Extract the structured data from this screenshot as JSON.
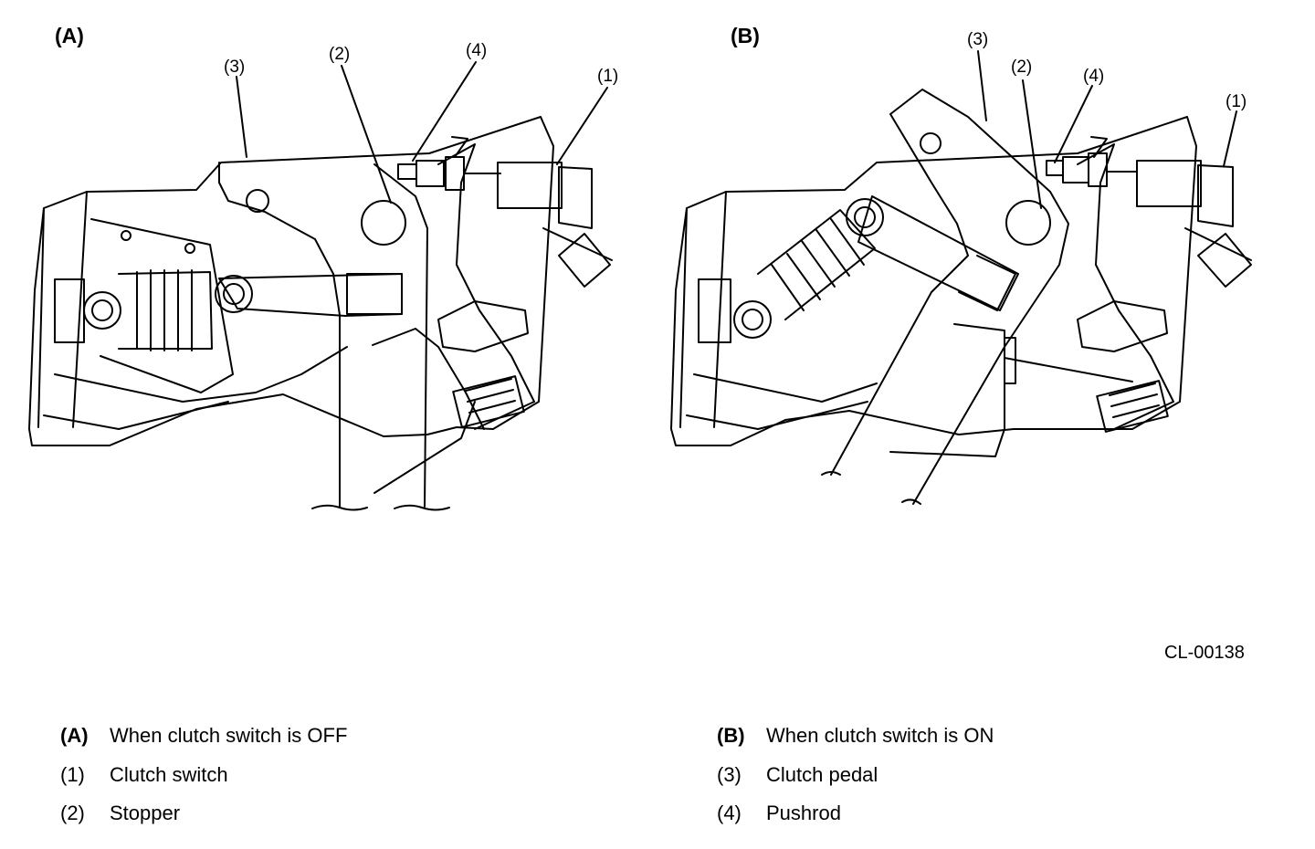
{
  "figure": {
    "id": "CL-00138",
    "panels": [
      {
        "label": "(A)"
      },
      {
        "label": "(B)"
      }
    ],
    "callouts": [
      "(1)",
      "(2)",
      "(3)",
      "(4)"
    ]
  },
  "legend": [
    {
      "key": "(A)",
      "text": "When clutch switch is OFF"
    },
    {
      "key": "(1)",
      "text": "Clutch switch"
    },
    {
      "key": "(2)",
      "text": "Stopper"
    },
    {
      "key": "(B)",
      "text": "When clutch switch is ON"
    },
    {
      "key": "(3)",
      "text": "Clutch pedal"
    },
    {
      "key": "(4)",
      "text": "Pushrod"
    }
  ]
}
